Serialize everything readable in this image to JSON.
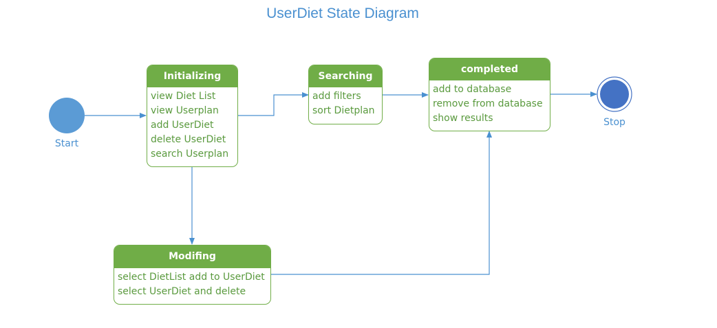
{
  "title": "UserDiet State Diagram",
  "start": {
    "label": "Start"
  },
  "stop": {
    "label": "Stop"
  },
  "states": {
    "initializing": {
      "name": "Initializing",
      "items": [
        "view Diet List",
        "view Userplan",
        "add UserDiet",
        "delete UserDiet",
        "search Userplan"
      ]
    },
    "searching": {
      "name": "Searching",
      "items": [
        "add filters",
        "sort Dietplan"
      ]
    },
    "completed": {
      "name": "completed",
      "items": [
        "add to database",
        "remove from database",
        "show results"
      ]
    },
    "modifing": {
      "name": "Modifing",
      "items": [
        "select DietList add to UserDiet",
        "select UserDiet and delete"
      ]
    }
  },
  "colors": {
    "state_green": "#70ad47",
    "state_text": "#5a9a3e",
    "connector": "#4a90d0",
    "start_fill": "#5b9bd5",
    "stop_fill": "#4472c4"
  }
}
